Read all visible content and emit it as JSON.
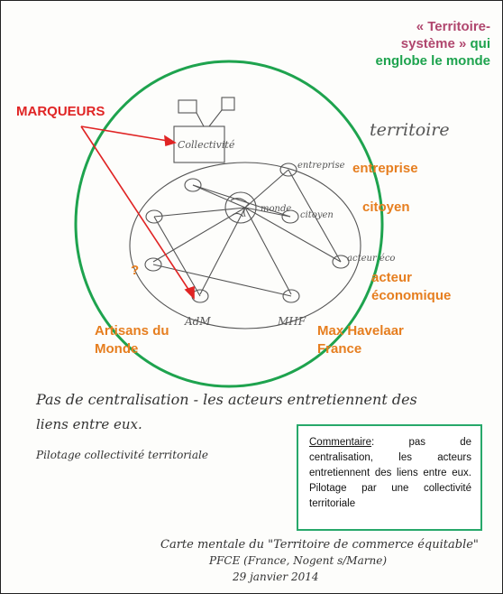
{
  "title": {
    "line1": "« Territoire-",
    "line2a": "système »",
    "line2b": "qui",
    "line3": "englobe le monde"
  },
  "marqueurs": "MARQUEURS",
  "sketch": {
    "collectivite": "Collectivité",
    "territoire": "territoire",
    "monde": "monde",
    "entreprise": "entreprise",
    "citoyen": "citoyen",
    "acteur_eco": "acteur éco",
    "adm": "AdM",
    "mhf": "MHF",
    "question": "?"
  },
  "labels": {
    "entreprise": "entreprise",
    "citoyen": "citoyen",
    "acteur": "acteur",
    "economique": "économique",
    "question": "?",
    "artisans1": "Artisans du",
    "artisans2": "Monde",
    "maxhav1": "Max Havelaar",
    "maxhav2": "France"
  },
  "notes": {
    "line1": "Pas de centralisation - les acteurs entretiennent des",
    "line2": "liens entre eux.",
    "line3": "Pilotage collectivité territoriale"
  },
  "commentaire": {
    "head": "Commentaire",
    "body": ": pas de centralisation, les acteurs entretiennent des liens entre eux. Pilotage par une collectivité territoriale"
  },
  "caption": {
    "line1": "Carte mentale du \"Territoire de commerce équitable\"",
    "line2": "PFCE (France, Nogent s/Marne)",
    "line3": "29 janvier 2014"
  },
  "colors": {
    "green": "#1ea34e",
    "orange": "#e67e1f",
    "pink": "#b0466e",
    "red": "#e02424"
  }
}
